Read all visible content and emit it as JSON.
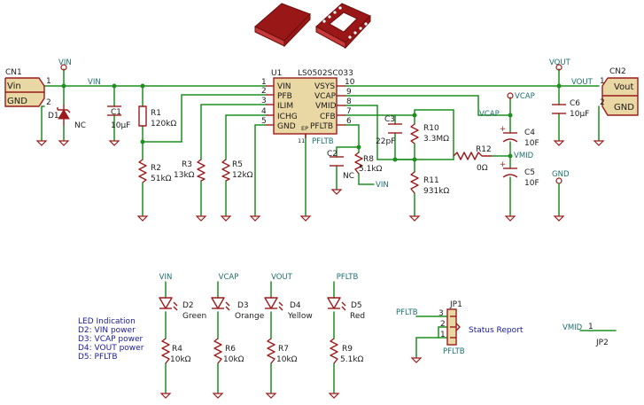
{
  "connectors": {
    "cn1": {
      "ref": "CN1",
      "pin1": "Vin",
      "pin2": "GND",
      "n1": "1",
      "n2": "2"
    },
    "cn2": {
      "ref": "CN2",
      "pin1": "Vout",
      "pin2": "GND",
      "n1": "1",
      "n2": "2"
    },
    "jp1": {
      "ref": "JP1",
      "pins": [
        "3",
        "2",
        "1"
      ]
    },
    "jp2": {
      "ref": "JP2",
      "pin": "1"
    }
  },
  "ic": {
    "ref": "U1",
    "part": "LS0502SC033",
    "left_pins": [
      {
        "num": "1",
        "name": "VIN"
      },
      {
        "num": "2",
        "name": "PFB"
      },
      {
        "num": "3",
        "name": "ILIM"
      },
      {
        "num": "4",
        "name": "ICHG"
      },
      {
        "num": "5",
        "name": "GND"
      }
    ],
    "right_pins": [
      {
        "num": "10",
        "name": "VSYS"
      },
      {
        "num": "9",
        "name": "VCAP"
      },
      {
        "num": "8",
        "name": "VMID"
      },
      {
        "num": "7",
        "name": "CFB"
      },
      {
        "num": "6",
        "name": "PFLTB"
      }
    ],
    "ep_label": "EP",
    "bottom_pin": "11"
  },
  "components": {
    "d1": {
      "ref": "D1",
      "value": "NC"
    },
    "c1": {
      "ref": "C1",
      "value": "10µF"
    },
    "r1": {
      "ref": "R1",
      "value": "120kΩ"
    },
    "r2": {
      "ref": "R2",
      "value": "51kΩ"
    },
    "r3": {
      "ref": "R3",
      "value": "13kΩ"
    },
    "r5": {
      "ref": "R5",
      "value": "12kΩ"
    },
    "c2": {
      "ref": "C2",
      "value": "NC"
    },
    "r8": {
      "ref": "R8",
      "value": "5.1kΩ"
    },
    "c3": {
      "ref": "C3",
      "value": "22pF"
    },
    "r10": {
      "ref": "R10",
      "value": "3.3MΩ"
    },
    "r11": {
      "ref": "R11",
      "value": "931kΩ"
    },
    "r12": {
      "ref": "R12",
      "value": "0Ω"
    },
    "c4": {
      "ref": "C4",
      "value": "10F"
    },
    "c5": {
      "ref": "C5",
      "value": "10F"
    },
    "c6": {
      "ref": "C6",
      "value": "10µF"
    }
  },
  "nets": {
    "vin": "VIN",
    "vin_top": "VIN",
    "vin_r8": "VIN",
    "vout": "VOUT",
    "vout_top": "VOUT",
    "vcap": "VCAP",
    "vcap_top": "VCAP",
    "vmid": "VMID",
    "gnd": "GND",
    "pfltb_r8": "PFLTB",
    "pfltb_jp1": "PFLTB",
    "pfltb_jp1_bot": "PFLTB",
    "vmid_jp2": "VMID"
  },
  "leds": [
    {
      "net": "VIN",
      "ref": "D2",
      "color": "Green",
      "res_ref": "R4",
      "res_value": "10kΩ"
    },
    {
      "net": "VCAP",
      "ref": "D3",
      "color": "Orange",
      "res_ref": "R6",
      "res_value": "10kΩ"
    },
    {
      "net": "VOUT",
      "ref": "D4",
      "color": "Yellow",
      "res_ref": "R7",
      "res_value": "10kΩ"
    },
    {
      "net": "PFLTB",
      "ref": "D5",
      "color": "Red",
      "res_ref": "R9",
      "res_value": "5.1kΩ"
    }
  ],
  "notes": {
    "led_lines": [
      "LED Indication",
      "D2: VIN power",
      "D3: VCAP power",
      "D4: VOUT power",
      "D5: PFLTB"
    ],
    "status_report": "Status Report"
  },
  "colors": {
    "wire": "#1f8f1f",
    "symbol": "#9b1b1b",
    "symbol_fill": "#e9d7a4",
    "note": "#1a1aa0",
    "package": "#9a1717"
  }
}
